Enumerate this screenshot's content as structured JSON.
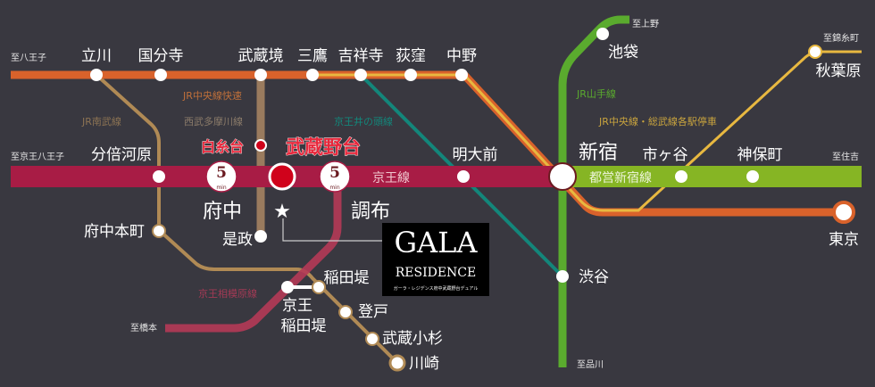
{
  "colors": {
    "background": "#393840",
    "chuo_rapid": "#d9622b",
    "chuo_local": "#e8b840",
    "keio": "#a81c45",
    "toei_shinjuku": "#86b524",
    "yamanote": "#5aab2e",
    "inokashira": "#13867a",
    "nambu": "#b08a55",
    "seibu_tamagawa": "#9a7b5e",
    "sagamihara": "#b53a57",
    "highlight": "#e8283c"
  },
  "destinations": {
    "hachioji": "至八王子",
    "keio_hachioji": "至京王八王子",
    "ueno": "至上野",
    "kinshicho": "至錦糸町",
    "sumiyoshi": "至住吉",
    "hashimoto": "至橋本",
    "shinagawa": "至品川"
  },
  "lines": {
    "chuo_rapid": "JR中央線快速",
    "nambu": "JR南武線",
    "seibu_tamagawa": "西武多摩川線",
    "inokashira": "京王井の頭線",
    "yamanote": "JR山手線",
    "chuo_sobu": "JR中央線・総武線各駅停車",
    "keio": "京王線",
    "toei_shinjuku": "都営新宿線",
    "sagamihara": "京王相模原線"
  },
  "stations": {
    "tachikawa": "立川",
    "kokubunji": "国分寺",
    "musashisakai": "武蔵境",
    "mitaka": "三鷹",
    "kichijoji": "吉祥寺",
    "ogikubo": "荻窪",
    "nakano": "中野",
    "ikebukuro": "池袋",
    "akihabara": "秋葉原",
    "bubaigawara": "分倍河原",
    "meidaimae": "明大前",
    "shinjuku": "新宿",
    "ichigaya": "市ヶ谷",
    "jimbocho": "神保町",
    "fuchu": "府中",
    "chofu": "調布",
    "fuchuhonmachi": "府中本町",
    "koremasa": "是政",
    "tokyo": "東京",
    "shibuya": "渋谷",
    "inadazutsumi": "稲田堤",
    "keio_inadazutsumi_1": "京王",
    "keio_inadazutsumi_2": "稲田堤",
    "noborito": "登戸",
    "musashikosugi": "武蔵小杉",
    "kawasaki": "川崎",
    "shiraitodai": "白糸台",
    "musashinodai": "武蔵野台"
  },
  "travel_times": [
    {
      "value": "5",
      "unit": "min"
    },
    {
      "value": "5",
      "unit": "min"
    }
  ],
  "logo": {
    "line1": "GALA",
    "line2": "RESIDENCE",
    "sub": "ガーラ・レジデンス府中武蔵野台デュアル"
  },
  "icons": {
    "property": "star-icon"
  }
}
